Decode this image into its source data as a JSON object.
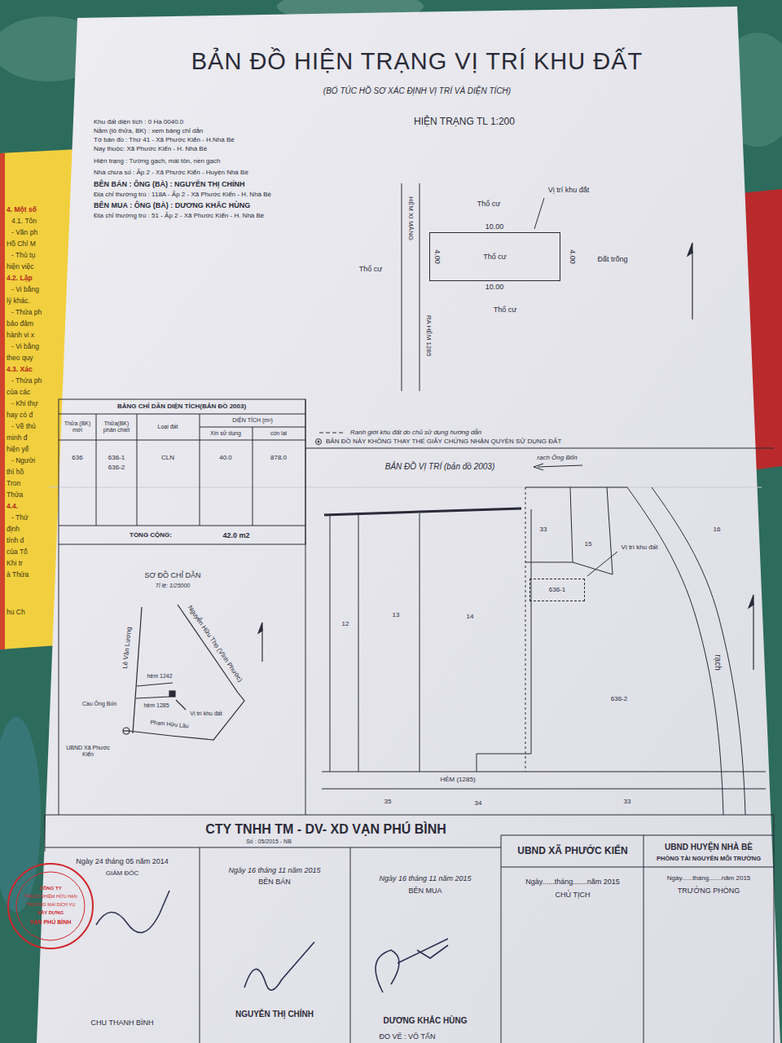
{
  "diagram": {
    "title": "BẢN ĐỒ HIỆN TRẠNG VỊ TRÍ KHU ĐẤT",
    "nodes": [
      {
        "text": [
          "Thổ cư"
        ]
      },
      {
        "text": [
          "636-1"
        ]
      }
    ],
    "labels": [
      "(BỔ TÚC HỒ SƠ XÁC ĐỊNH VỊ TRÍ VÀ DIỆN TÍCH)",
      "Khu đất diện tích : 0 Ha 0040.0",
      "Nằm (lô thửa, BK) : xem bảng chỉ dẫn",
      "Tờ bản đồ : Thứ 41 - Xã Phước Kiển - H.Nhà Bè",
      "Nay thuộc: Xã Phước Kiển - H. Nhà Bè",
      "Hiện trạng : Tường gạch, mái tôn, nền gạch",
      "Nhà chưa số : Ấp 2 - Xã Phước Kiển - Huyện Nhà Bè",
      "BÊN BÁN : ÔNG (BÀ) : NGUYỄN THỊ CHÍNH",
      "Địa chỉ thường trú : 118A - Ấp 2 - Xã Phước Kiển - H. Nhà Bè",
      "BÊN MUA : ÔNG (BÀ) : DƯƠNG KHẮC HÙNG",
      "Địa chỉ thường trú : 51 - Ấp 2 - Xã Phước Kiển - H. Nhà Bè",
      "HIỆN TRẠNG TL 1:200",
      "HẺM XI MĂNG",
      "RA HẺM 1285",
      "Thổ cư",
      "Vị trí khu đất",
      "10.00",
      "4.00",
      "Đất trống",
      "10.00",
      "Thổ cư",
      "Thổ cư",
      "4.00",
      "BẢNG CHỈ DẪN DIỆN TÍCH(BẢN ĐỒ 2003)",
      "Thửa (BK) mới",
      "Thửa(BK) phân chiết",
      "Loại đất",
      "DIỆN TÍCH (m²)",
      "Xin sử dụng",
      "còn lại",
      "636",
      "636-1",
      "636-2",
      "CLN",
      "40.0",
      "878.0",
      "TỔNG CỘNG:",
      "42.0 m2",
      "BẢN ĐỒ NÀY KHÔNG THAY THẾ GIẤY CHỨNG NHẬN QUYỀN SỬ DỤNG ĐẤT",
      "BẢN ĐỒ VỊ TRÍ (bản đồ 2003)",
      "rạch Ông Bốn",
      "33",
      "15",
      "Vị trí khu đất",
      "16",
      "12",
      "13",
      "14",
      "636-2",
      "rạch",
      "HẺM (1285)",
      "35",
      "34",
      "33",
      "SƠ ĐỒ CHỈ DẪN",
      "Tỉ lệ: 1/25000",
      "Nguyễn Hữu Thọ (Vĩnh Phước)",
      "Lê Văn Lương",
      "hẻm 1242",
      "Cầu Ông Bốn",
      "hẻm 1285",
      "Vị trí khu đất",
      "UBND Xã Phước Kiển",
      "Phạm Hữu Lầu",
      "CTY TNHH TM - DV- XD VẠN PHÚ BÌNH",
      "Số : 05/2015 - NB",
      "UBND XÃ PHƯỚC KIỂN",
      "UBND HUYỆN NHÀ BÈ",
      "PHÒNG TÀI NGUYÊN MÔI TRƯỜNG",
      "Ngày 24 tháng 05 năm 2014",
      "GIÁM ĐỐC",
      "Ngày 16 tháng 11 năm 2015",
      "BÊN BÁN",
      "Ngày 16 tháng 11 năm 2015",
      "BÊN MUA",
      "Ngày......tháng.......năm 2015",
      "CHỦ TỊCH",
      "Ngày......tháng.......năm 2015",
      "TRƯỞNG PHÒNG",
      "CHU THANH BÌNH",
      "NGUYỄN THỊ CHÍNH",
      "DƯƠNG KHẮC HÙNG",
      "ĐO VẼ : VÕ TẤN",
      "CÔNG TY",
      "TRÁCH NHIỆM HỮU HẠN",
      "THƯƠNG MẠI DỊCH VỤ",
      "XÂY DỰNG",
      "VẠN PHÚ BÌNH",
      "4. Một số",
      "4.1. Tôn",
      "- Văn ph",
      "Hồ Chí M",
      "- Thủ tụ",
      "hiện việc",
      "4.2. Lập",
      "- Vi bằng",
      "lý khác.",
      "- Thửa ph",
      "bảo đảm",
      "hành vi x",
      "- Vi bằng",
      "theo quy",
      "4.3. Xác",
      "- Thửa ph",
      "của các",
      "- Khi thự",
      "hay có đ",
      "- Về thủ",
      "minh đ",
      "hiện yế",
      "- Người",
      "thì hồ",
      "Tron",
      "Thửa",
      "4.4.",
      "- Thử",
      "định",
      "tính d",
      "của Tố",
      "Khi tr",
      "à Thửa",
      "hu Ch"
    ],
    "legend": [
      {
        "text": "Ranh giới khu đất do chủ sử dụng hướng dẫn"
      }
    ]
  }
}
